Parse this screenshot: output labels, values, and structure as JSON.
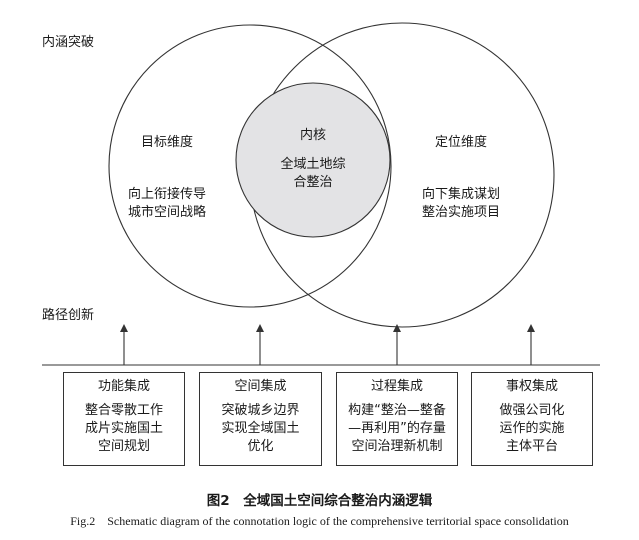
{
  "labels": {
    "top_left": "内涵突破",
    "bottom_left": "路径创新",
    "left_circle_title": "目标维度",
    "left_circle_body": [
      "向上衔接传导",
      "城市空间战略"
    ],
    "right_circle_title": "定位维度",
    "right_circle_body": [
      "向下集成谋划",
      "整治实施项目"
    ],
    "core_title": "内核",
    "core_body": [
      "全域土地综",
      "合整治"
    ]
  },
  "boxes": [
    {
      "title": "功能集成",
      "lines": [
        "整合零散工作",
        "成片实施国土",
        "空间规划"
      ]
    },
    {
      "title": "空间集成",
      "lines": [
        "突破城乡边界",
        "实现全域国土",
        "优化"
      ]
    },
    {
      "title": "过程集成",
      "lines": [
        "构建“整治—整备",
        "—再利用”的存量",
        "空间治理新机制"
      ]
    },
    {
      "title": "事权集成",
      "lines": [
        "做强公司化",
        "运作的实施",
        "主体平台"
      ]
    }
  ],
  "caption": {
    "cn": "图2　全域国土空间综合整治内涵逻辑",
    "en": "Fig.2　Schematic diagram of the connotation logic of the comprehensive territorial space consolidation"
  },
  "colors": {
    "line": "#333333",
    "core_fill": "#e3e3e5"
  }
}
